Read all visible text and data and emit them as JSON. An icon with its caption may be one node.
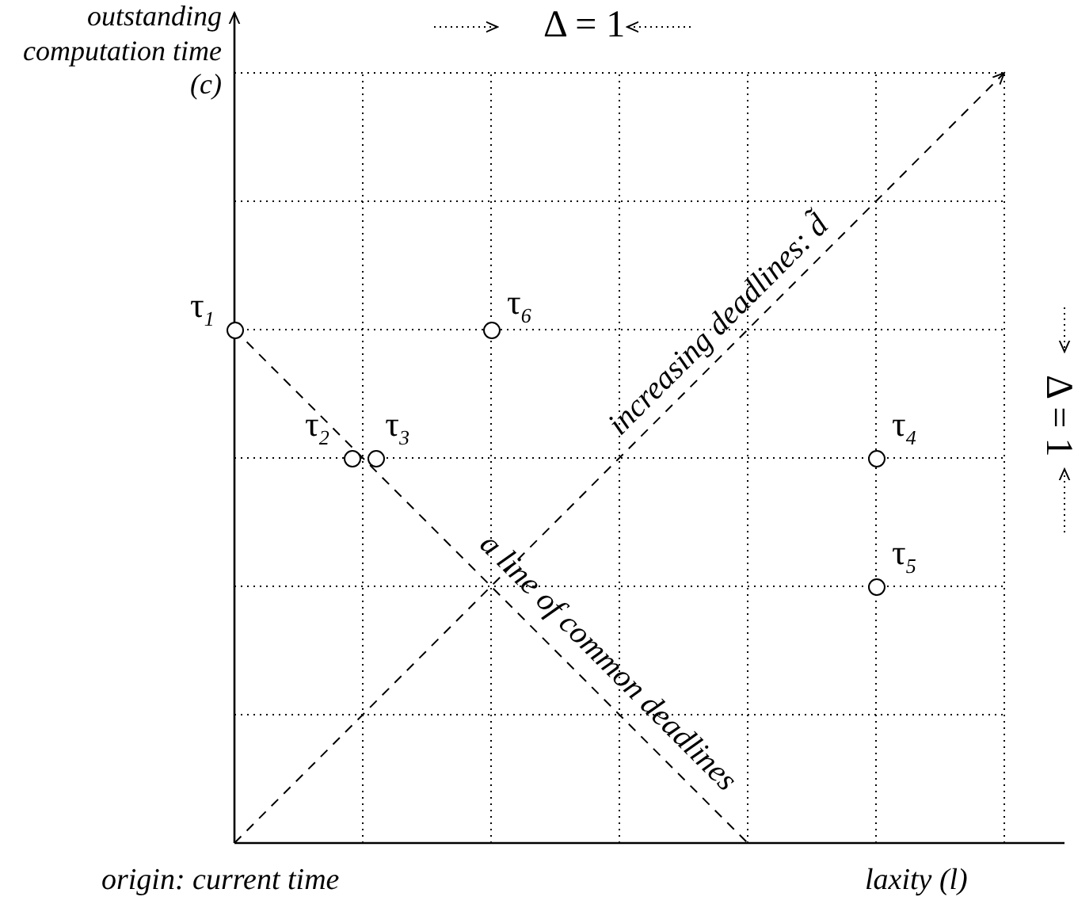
{
  "diagram": {
    "nodes": [
      {
        "text": [],
        "shape": "circle",
        "beside": [
          "τ$_{1}$"
        ]
      },
      {
        "text": [],
        "shape": "circle",
        "beside": [
          "τ$_{6}$"
        ]
      },
      {
        "text": [],
        "shape": "circle",
        "beside": [
          "τ$_{2}$"
        ]
      },
      {
        "text": [],
        "shape": "circle",
        "beside": [
          "τ$_{3}$"
        ]
      },
      {
        "text": [],
        "shape": "circle",
        "beside": [
          "τ$_{4}$"
        ]
      },
      {
        "text": [],
        "shape": "circle",
        "beside": [
          "τ$_{5}$"
        ]
      }
    ],
    "edges": [],
    "labels": [
      "Δ = 1",
      "outstanding computation time (c)",
      "increasing deadlines: d̃",
      "Δ = 1",
      "a line of common deadlines",
      "origin: current time",
      "laxity (l)"
    ]
  }
}
